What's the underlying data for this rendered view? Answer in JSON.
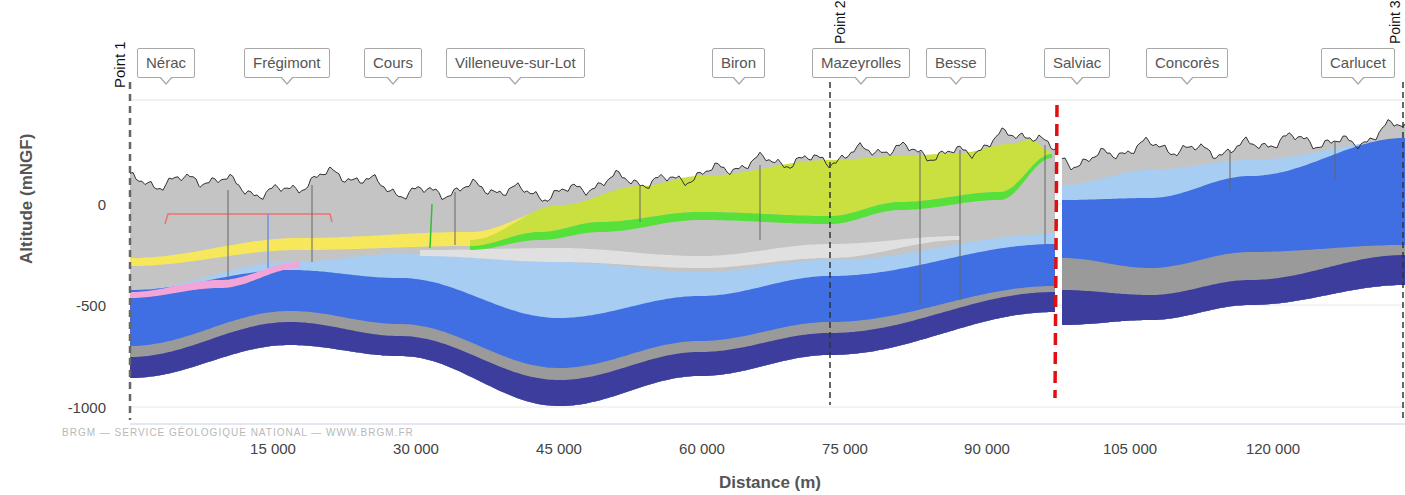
{
  "diagram": {
    "nodes": [
      {
        "text": [
          "Nérac"
        ]
      },
      {
        "text": [
          "Frégimont"
        ]
      },
      {
        "text": [
          "Cours"
        ]
      },
      {
        "text": [
          "Villeneuve-sur-Lot"
        ]
      },
      {
        "text": [
          "Biron"
        ]
      },
      {
        "text": [
          "Mazeyrolles"
        ]
      },
      {
        "text": [
          "Besse"
        ]
      },
      {
        "text": [
          "Salviac"
        ]
      },
      {
        "text": [
          "Concorès"
        ]
      },
      {
        "text": [
          "Carlucet"
        ]
      }
    ],
    "edges": [],
    "labels": [
      "Point 1",
      "Point 2",
      "Point 3",
      "Altitude (mNGF)",
      "0",
      "-500",
      "-1000",
      "BRGM — SERVICE GÉOLOGIQUE NATIONAL — WWW.BRGM.FR",
      "15 000",
      "30 000",
      "45 000",
      "60 000",
      "75 000",
      "90 000",
      "105 000",
      "120 000",
      "Distance (m)"
    ]
  }
}
